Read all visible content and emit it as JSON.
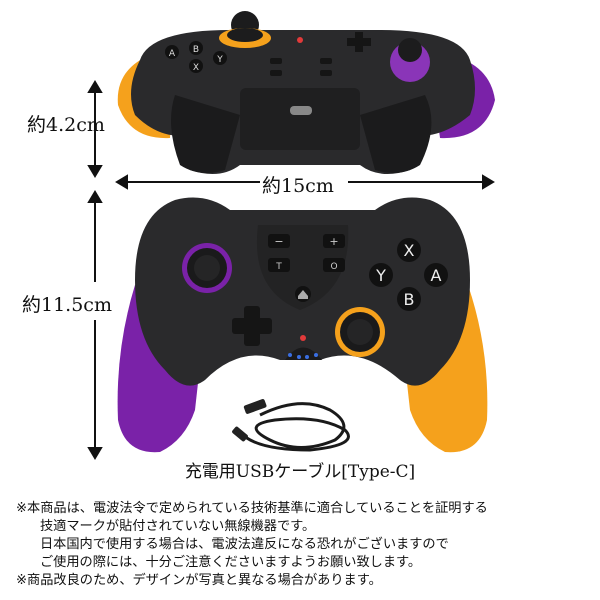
{
  "dimensions": {
    "height": "約4.2cm",
    "width": "約15cm",
    "length": "約11.5cm"
  },
  "buttons": {
    "x": "X",
    "y": "Y",
    "a": "A",
    "b": "B",
    "minus": "−",
    "plus": "+",
    "t": "T",
    "o": "O"
  },
  "top_buttons": {
    "a": "A",
    "b": "B",
    "x": "X",
    "y": "Y"
  },
  "cable_label": "充電用USBケーブル[Type-C]",
  "notes": [
    "※本商品は、電波法令で定められている技術基準に適合していることを証明する",
    "技適マークが貼付されていない無線機器です。",
    "日本国内で使用する場合は、電波法違反になる恐れがございますので",
    "ご使用の際には、十分ご注意くださいますようお願い致します。",
    "※商品改良のため、デザインが写真と異なる場合があります。"
  ],
  "colors": {
    "body": "#2a2a2c",
    "orange": "#f5a11c",
    "purple": "#7a22a8"
  },
  "icons": [
    "arrow-icon",
    "home-icon",
    "usb-cable-icon",
    "dpad-icon",
    "joystick-icon"
  ]
}
